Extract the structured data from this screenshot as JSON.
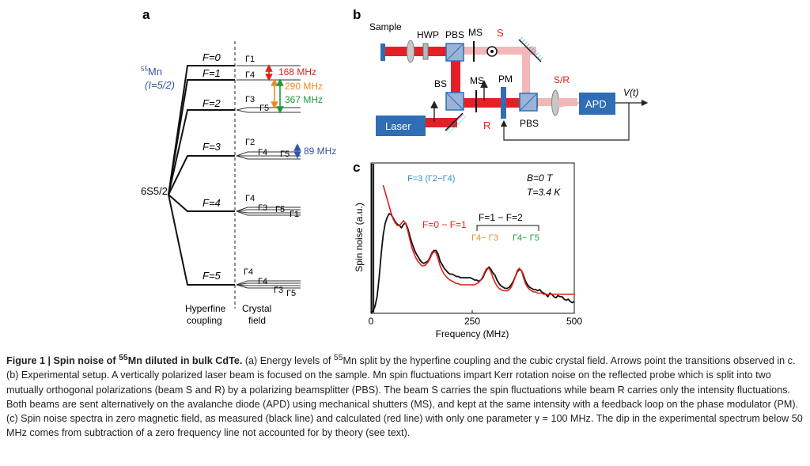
{
  "panel_a": {
    "label": "a",
    "isotope_mass": "55",
    "isotope_symbol": "Mn",
    "spin_label": "(I=5/2)",
    "ground_term": "6S5/2",
    "F_levels": [
      "F=0",
      "F=1",
      "F=2",
      "F=3",
      "F=4",
      "F=5"
    ],
    "gammas": {
      "F0": [
        "Γ1"
      ],
      "F1": [
        "Γ4"
      ],
      "F2": [
        "Γ3",
        "Γ5"
      ],
      "F3": [
        "Γ2",
        "Γ4",
        "Γ5"
      ],
      "F4": [
        "Γ4",
        "Γ3",
        "Γ5",
        "Γ1"
      ],
      "F5": [
        "Γ4",
        "Γ4",
        "Γ3",
        "Γ5"
      ]
    },
    "transitions": [
      {
        "text": "168 MHz",
        "color": "#e0201c"
      },
      {
        "text": "290 MHz",
        "color": "#f08a20"
      },
      {
        "text": "367 MHz",
        "color": "#1a9a3a"
      },
      {
        "text": "89 MHz",
        "color": "#2f55a4"
      }
    ],
    "bottom_left": [
      "Hyperfine",
      "coupling"
    ],
    "bottom_right": [
      "Crystal",
      "field"
    ]
  },
  "panel_b": {
    "label": "b",
    "labels": {
      "sample": "Sample",
      "hwp": "HWP",
      "pbs_top": "PBS",
      "ms_top": "MS",
      "s_beam": "S",
      "sr": "S/R",
      "vt": "V(t)",
      "bs": "BS",
      "ms_mid": "MS",
      "pm": "PM",
      "pbs_bottom": "PBS",
      "apd": "APD",
      "laser": "Laser",
      "r_beam": "R"
    },
    "colors": {
      "beam": "#e42027",
      "box": "#2f6db5",
      "element": "#9ab3d6"
    }
  },
  "panel_c": {
    "label": "c",
    "annotations": {
      "f3": "F=3 (Γ2−Γ4)",
      "b_field": "B=0 T",
      "temp": "T=3.4 K",
      "f0f1": "F=0 − F=1",
      "f1f2": "F=1 − F=2",
      "g4g3": "Γ4− Γ3",
      "g4g5": "Γ4− Γ5"
    }
  },
  "chart_data": {
    "type": "line",
    "xlabel": "Frequency (MHz)",
    "ylabel": "Spin noise (a.u.)",
    "xlim": [
      0,
      500
    ],
    "xticks": [
      "0",
      "250",
      "500"
    ],
    "grid": false,
    "series": [
      {
        "name": "measured",
        "color": "#111111",
        "x": [
          0,
          5,
          10,
          15,
          20,
          25,
          30,
          35,
          40,
          45,
          50,
          55,
          60,
          65,
          70,
          75,
          80,
          85,
          90,
          95,
          100,
          105,
          110,
          115,
          120,
          125,
          130,
          135,
          140,
          145,
          150,
          155,
          160,
          165,
          170,
          175,
          180,
          185,
          190,
          195,
          200,
          205,
          210,
          215,
          220,
          225,
          230,
          235,
          240,
          245,
          250,
          255,
          260,
          265,
          270,
          275,
          280,
          285,
          290,
          295,
          300,
          305,
          310,
          315,
          320,
          325,
          330,
          335,
          340,
          345,
          350,
          355,
          360,
          365,
          370,
          375,
          380,
          385,
          390,
          395,
          400,
          405,
          410,
          415,
          420,
          425,
          430,
          435,
          440,
          445,
          450,
          455,
          460,
          465,
          470,
          475,
          480,
          485,
          490,
          495,
          500
        ],
        "y": [
          0.0,
          0.02,
          0.06,
          0.14,
          0.3,
          0.5,
          0.66,
          0.76,
          0.81,
          0.84,
          0.83,
          0.8,
          0.77,
          0.75,
          0.74,
          0.72,
          0.75,
          0.76,
          0.72,
          0.66,
          0.6,
          0.55,
          0.51,
          0.48,
          0.45,
          0.43,
          0.42,
          0.43,
          0.44,
          0.47,
          0.51,
          0.53,
          0.53,
          0.5,
          0.44,
          0.41,
          0.38,
          0.36,
          0.34,
          0.33,
          0.33,
          0.32,
          0.31,
          0.31,
          0.3,
          0.3,
          0.3,
          0.3,
          0.3,
          0.3,
          0.29,
          0.28,
          0.28,
          0.27,
          0.28,
          0.3,
          0.34,
          0.37,
          0.39,
          0.37,
          0.34,
          0.32,
          0.28,
          0.25,
          0.23,
          0.22,
          0.21,
          0.21,
          0.22,
          0.24,
          0.27,
          0.31,
          0.35,
          0.37,
          0.36,
          0.32,
          0.27,
          0.24,
          0.22,
          0.21,
          0.2,
          0.2,
          0.19,
          0.2,
          0.18,
          0.17,
          0.16,
          0.14,
          0.17,
          0.16,
          0.14,
          0.13,
          0.15,
          0.14,
          0.14,
          0.12,
          0.11,
          0.12,
          0.1,
          0.09,
          0.1
        ]
      },
      {
        "name": "calculated",
        "color": "#e0201c",
        "x": [
          30,
          35,
          40,
          45,
          50,
          55,
          60,
          65,
          70,
          75,
          80,
          85,
          90,
          95,
          100,
          105,
          110,
          115,
          120,
          125,
          130,
          135,
          140,
          145,
          150,
          155,
          160,
          165,
          170,
          175,
          180,
          185,
          190,
          195,
          200,
          205,
          210,
          215,
          220,
          225,
          230,
          235,
          240,
          245,
          250,
          255,
          260,
          265,
          270,
          275,
          280,
          285,
          290,
          295,
          300,
          305,
          310,
          315,
          320,
          325,
          330,
          335,
          340,
          345,
          350,
          355,
          360,
          365,
          370,
          375,
          380,
          385,
          390,
          395,
          400,
          405,
          410,
          415,
          420,
          425,
          430,
          435,
          440,
          445,
          450,
          455,
          460,
          465,
          470,
          475,
          480,
          485,
          490,
          495,
          500
        ],
        "y": [
          1.08,
          1.02,
          0.96,
          0.9,
          0.84,
          0.79,
          0.76,
          0.74,
          0.74,
          0.76,
          0.78,
          0.76,
          0.7,
          0.63,
          0.56,
          0.51,
          0.47,
          0.44,
          0.42,
          0.4,
          0.4,
          0.41,
          0.43,
          0.46,
          0.5,
          0.52,
          0.51,
          0.46,
          0.4,
          0.36,
          0.33,
          0.31,
          0.29,
          0.28,
          0.27,
          0.26,
          0.25,
          0.25,
          0.24,
          0.24,
          0.24,
          0.24,
          0.24,
          0.24,
          0.24,
          0.24,
          0.25,
          0.26,
          0.28,
          0.31,
          0.35,
          0.38,
          0.38,
          0.35,
          0.3,
          0.26,
          0.23,
          0.21,
          0.2,
          0.19,
          0.19,
          0.19,
          0.2,
          0.22,
          0.26,
          0.31,
          0.36,
          0.38,
          0.36,
          0.3,
          0.25,
          0.22,
          0.2,
          0.19,
          0.18,
          0.18,
          0.17,
          0.17,
          0.17,
          0.16,
          0.16,
          0.16,
          0.16,
          0.16,
          0.16,
          0.16,
          0.16,
          0.16,
          0.16,
          0.16,
          0.16,
          0.16,
          0.16,
          0.16,
          0.16
        ]
      }
    ]
  },
  "caption": {
    "title_pre": "Figure 1 | Spin noise of ",
    "title_sup": "55",
    "title_post": "Mn diluted in bulk CdTe.",
    "p1": " (a) Energy levels of ",
    "p1_sup": "55",
    "p2": "Mn split by the hyperfine coupling and the cubic crystal field. Arrows point the transitions observed in c. (b) Experimental setup. A vertically polarized laser beam is focused on the sample. Mn spin fluctuations impart Kerr rotation noise on the reflected probe which is split into two mutually orthogonal polarizations (beam S and R) by a polarizing beamsplitter (PBS). The beam S carries the spin fluctuations while beam R carries only the intensity fluctuations. Both beams are sent alternatively on the avalanche diode (APD) using mechanical shutters (MS), and kept at the same intensity with a feedback loop on the phase modulator (PM). (c) Spin noise spectra in zero magnetic field, as measured (black line) and calculated (red line) with only one parameter γ = 100 MHz. The dip in the experimental spectrum below 50 MHz comes from subtraction of a zero frequency line not accounted for by theory (see text)."
  }
}
